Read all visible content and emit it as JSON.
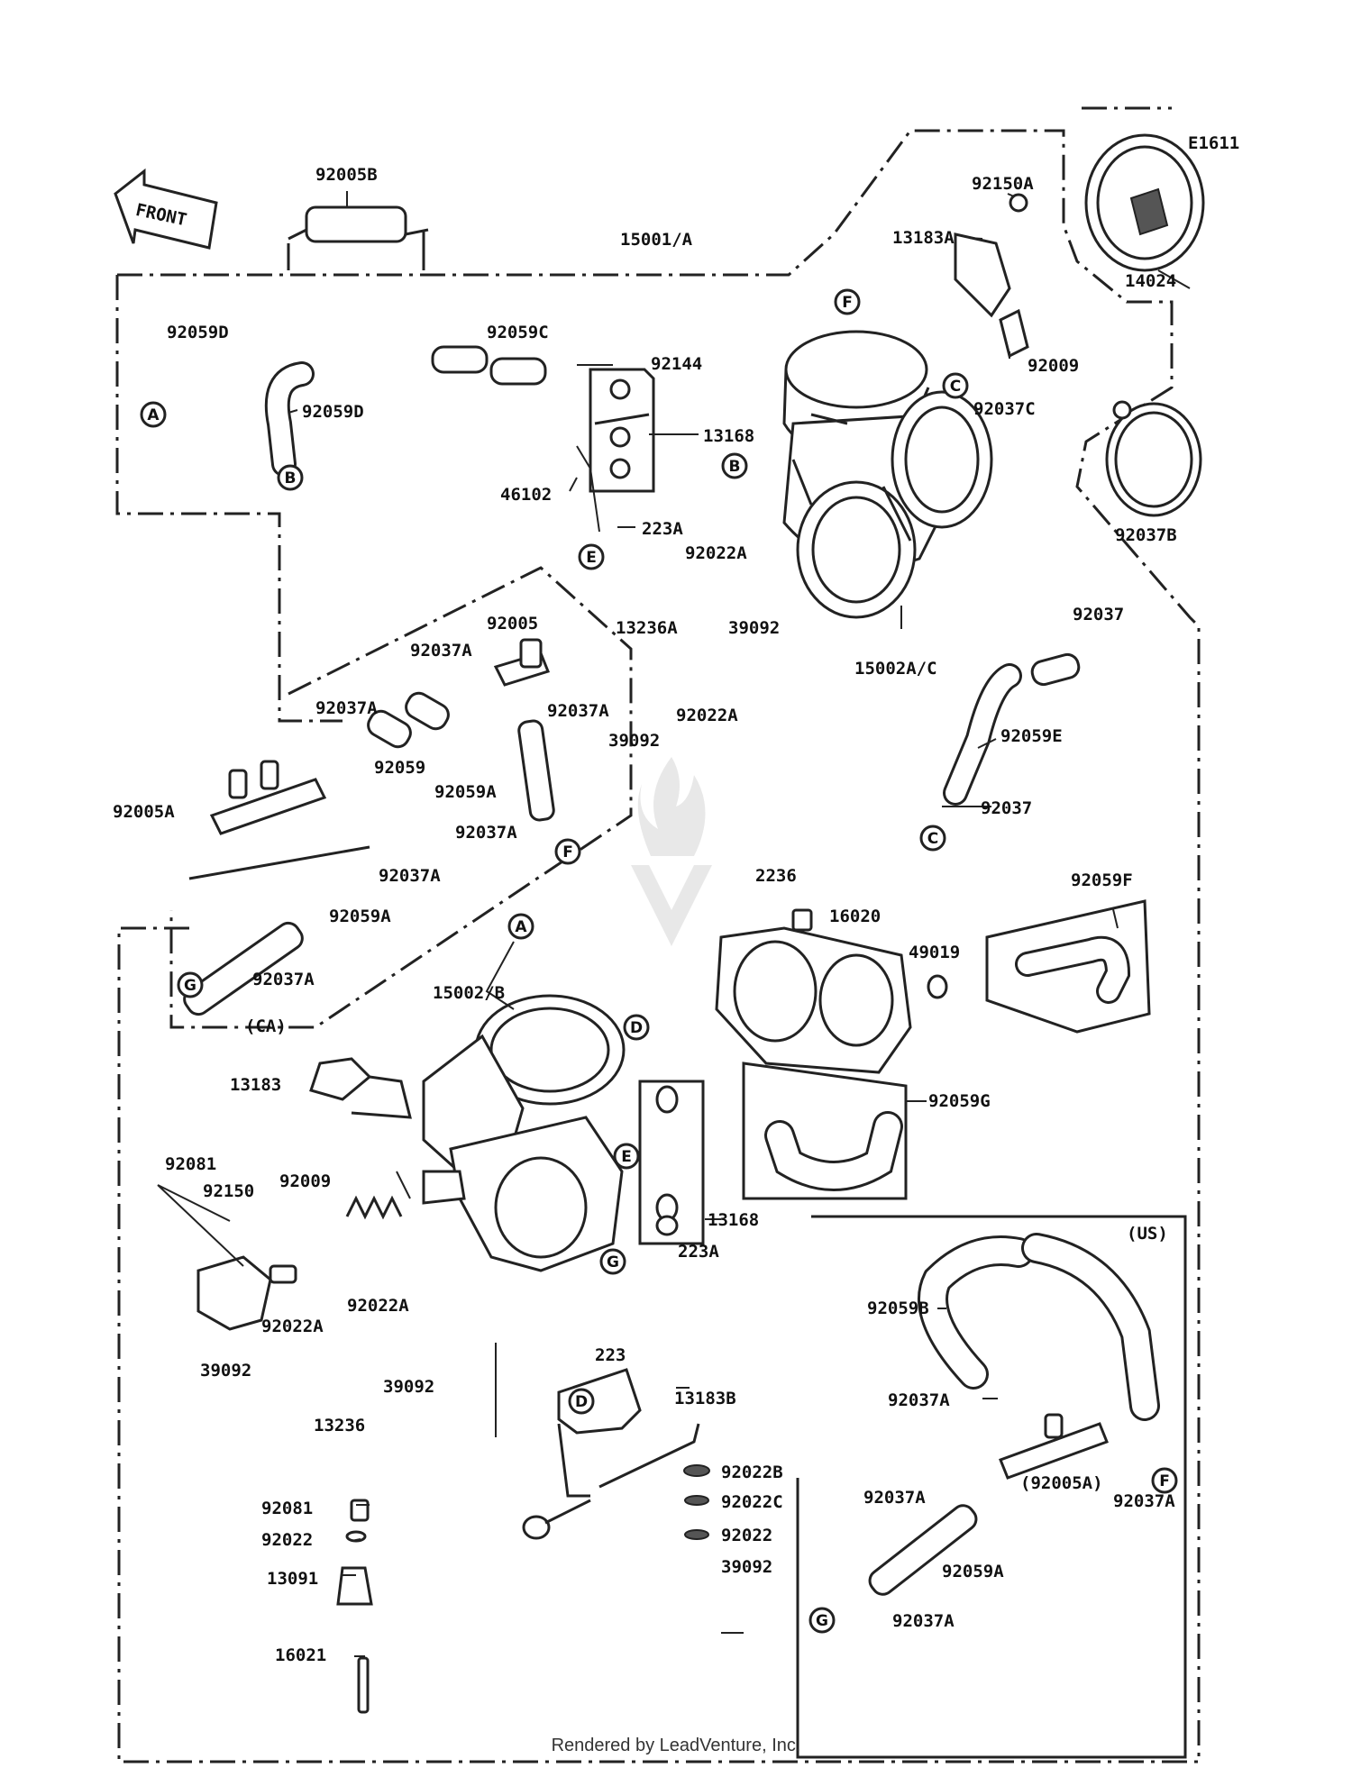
{
  "diagram_code": "E1611",
  "front_label": "FRONT",
  "labels": {
    "l92005B": "92005B",
    "l15001A": "15001/A",
    "l92150A": "92150A",
    "l13183A": "13183A",
    "l14024": "14024",
    "l92059D_1": "92059D",
    "l92059D_2": "92059D",
    "l92059C": "92059C",
    "l92144": "92144",
    "l13168_top": "13168",
    "l46102": "46102",
    "l223A_top": "223A",
    "l92009_top": "92009",
    "l92037C": "92037C",
    "l92037B": "92037B",
    "l92022A_1": "92022A",
    "l13236A": "13236A",
    "l39092_1": "39092",
    "l15002AC": "15002A/C",
    "l92037_1": "92037",
    "l92005": "92005",
    "l92037A_1": "92037A",
    "l92037A_2": "92037A",
    "l92037A_3": "92037A",
    "l92059": "92059",
    "l92059A_1": "92059A",
    "l92037A_4": "92037A",
    "l92022A_2": "92022A",
    "l39092_2": "39092",
    "l92059E": "92059E",
    "l92037_2": "92037",
    "l92005A": "92005A",
    "l92037A_5": "92037A",
    "l92059A_2": "92059A",
    "l92037A_6": "92037A",
    "l_CA": "(CA)",
    "l2236": "2236",
    "l16020": "16020",
    "l49019": "49019",
    "l92059F": "92059F",
    "l15002B": "15002/B",
    "l13183": "13183",
    "l92059G": "92059G",
    "l92081_1": "92081",
    "l92150": "92150",
    "l92009_bot": "92009",
    "l13168_bot": "13168",
    "l223A_bot": "223A",
    "l_US": "(US)",
    "l92059B": "92059B",
    "l92022A_3": "92022A",
    "l92022A_4": "92022A",
    "l39092_3": "39092",
    "l39092_4": "39092",
    "l13236": "13236",
    "l223": "223",
    "l13183B": "13183B",
    "l92037A_7": "92037A",
    "l92005A_2": "(92005A)",
    "l92037A_8": "92037A",
    "l92022B": "92022B",
    "l92022C": "92022C",
    "l92022_1": "92022",
    "l39092_5": "39092",
    "l92037A_9": "92037A",
    "l92059A_3": "92059A",
    "l92037A_10": "92037A",
    "l92081_2": "92081",
    "l92022_2": "92022",
    "l13091": "13091",
    "l16021": "16021"
  },
  "circles": {
    "cA1": "A",
    "cB1": "B",
    "cF1": "F",
    "cB2": "B",
    "cC1": "C",
    "cE1": "E",
    "cF2": "F",
    "cC2": "C",
    "cG1": "G",
    "cA2": "A",
    "cD1": "D",
    "cE2": "E",
    "cG2": "G",
    "cD2": "D",
    "cF3": "F",
    "cG3": "G"
  },
  "footer": "Rendered by LeadVenture, Inc."
}
